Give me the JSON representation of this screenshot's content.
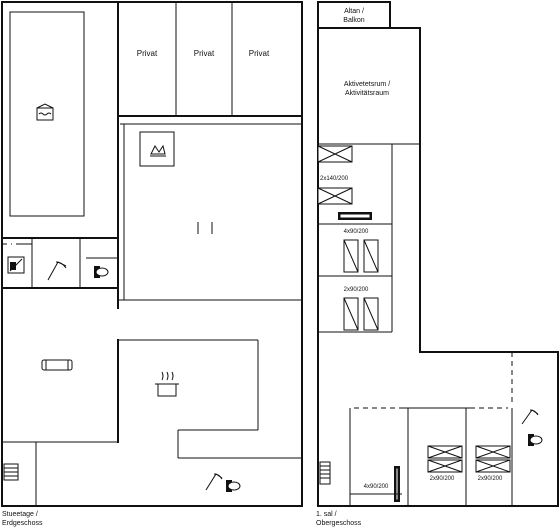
{
  "floors": {
    "ground": {
      "label_line1": "Stueetage /",
      "label_line2": "Erdgeschoss",
      "rooms": {
        "private_1": "Privat",
        "private_2": "Privat",
        "private_3": "Privat"
      },
      "icons": [
        "pool-icon",
        "fireplace-icon",
        "sauna-icon",
        "shower-icon",
        "toilet-icon",
        "sofa-icon",
        "kitchen-pot-icon",
        "stairs-icon"
      ]
    },
    "upper": {
      "label_line1": "1. sal /",
      "label_line2": "Obergeschoss",
      "balcony_line1": "Altan /",
      "balcony_line2": "Balkon",
      "activity_line1": "Aktivetetsrum /",
      "activity_line2": "Aktivitätsraum",
      "beds": {
        "bunk_2x140": "2x140/200",
        "room_4x90_a": "4x90/200",
        "room_2x90_a": "2x90/200",
        "room_4x90_b": "4x90/200",
        "room_2x90_b": "2x90/200",
        "room_2x90_c": "2x90/200"
      },
      "icons": [
        "shower-icon",
        "toilet-icon",
        "stairs-icon"
      ]
    }
  }
}
